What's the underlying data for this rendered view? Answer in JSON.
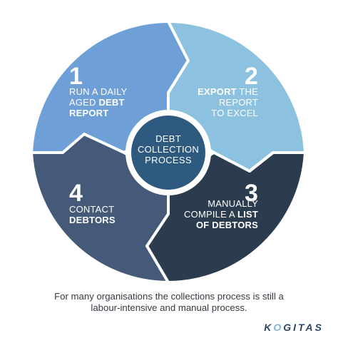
{
  "diagram": {
    "center": {
      "lines": [
        "DEBT",
        "COLLECTION",
        "PROCESS"
      ]
    },
    "steps": [
      {
        "number": "1",
        "color": "#6e9fd6",
        "lines": [
          [
            {
              "t": "RUN A DAILY",
              "b": false
            }
          ],
          [
            {
              "t": "AGED ",
              "b": false
            },
            {
              "t": "DEBT",
              "b": true
            }
          ],
          [
            {
              "t": "REPORT",
              "b": true
            }
          ]
        ]
      },
      {
        "number": "2",
        "color": "#8cc2e0",
        "lines": [
          [
            {
              "t": "EXPORT",
              "b": true
            },
            {
              "t": " THE",
              "b": false
            }
          ],
          [
            {
              "t": "REPORT",
              "b": false
            }
          ],
          [
            {
              "t": "TO EXCEL",
              "b": false
            }
          ]
        ]
      },
      {
        "number": "3",
        "color": "#2c3c4f",
        "lines": [
          [
            {
              "t": "MANUALLY",
              "b": false
            }
          ],
          [
            {
              "t": "COMPILE A ",
              "b": false
            },
            {
              "t": "LIST",
              "b": true
            }
          ],
          [
            {
              "t": "OF DEBTORS",
              "b": true
            }
          ]
        ]
      },
      {
        "number": "4",
        "color": "#445a78",
        "lines": [
          [
            {
              "t": "CONTACT",
              "b": false
            }
          ],
          [
            {
              "t": "DEBTORS",
              "b": true
            }
          ]
        ]
      }
    ],
    "center_color": "#2e5a80",
    "center_ring_color": "#ffffff"
  },
  "caption": {
    "line1": "For many organisations the collections process is still a",
    "line2": "labour-intensive and manual process."
  },
  "brand": {
    "text": "KOGITAS",
    "accent_color": "#7fb3d8",
    "main_color": "#2d4767"
  }
}
